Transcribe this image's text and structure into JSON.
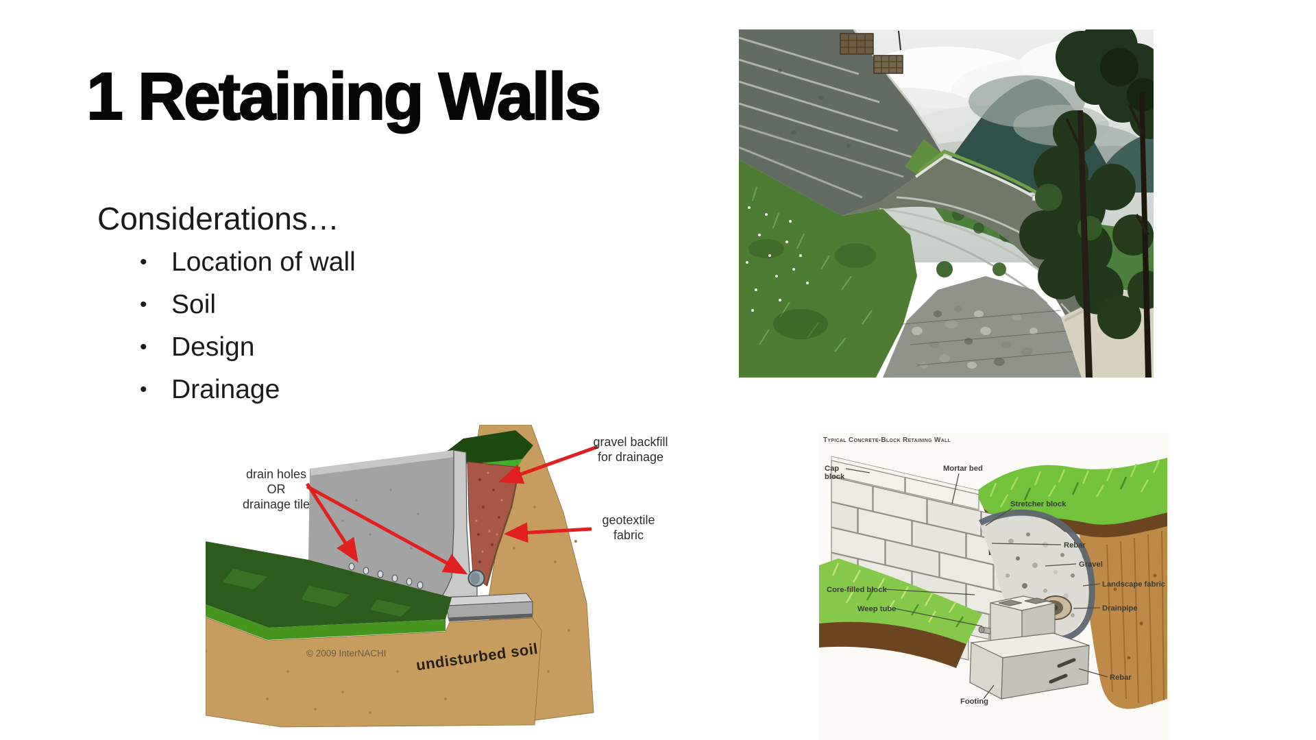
{
  "slide": {
    "title": "1 Retaining Walls",
    "considerations": {
      "heading": "Considerations…",
      "bullet_char": "•",
      "bullets": [
        "Location of wall",
        "Soil",
        "Design",
        "Drainage"
      ]
    }
  },
  "internachi_diagram": {
    "labels": {
      "drain": [
        "drain holes",
        "OR",
        "drainage tile"
      ],
      "gravel": [
        "gravel backfill",
        "for drainage"
      ],
      "geotextile": [
        "geotextile",
        "fabric"
      ],
      "undisturbed_soil": "undisturbed soil",
      "copyright": "© 2009 InterNACHI"
    },
    "colors": {
      "arrow_red": "#e01f1f",
      "soil_tan": "#c69c5f",
      "grass_dark": "#2d5a1d",
      "grass_bright": "#46951f",
      "wall_gray": "#a3a3a3",
      "gravel_red": "#a85648"
    }
  },
  "block_wall_diagram": {
    "title": "Typical Concrete-Block Retaining Wall",
    "labels": {
      "cap_block": [
        "Cap",
        "block"
      ],
      "mortar_bed": "Mortar bed",
      "stretcher_block": "Stretcher block",
      "rebar_top": "Rebar",
      "gravel": "Gravel",
      "landscape_fabric": "Landscape fabric",
      "core_filled_block": "Core-filled block",
      "weep_tube": "Weep tube",
      "drainpipe": "Drainpipe",
      "rebar_bottom": "Rebar",
      "footing": "Footing"
    }
  }
}
